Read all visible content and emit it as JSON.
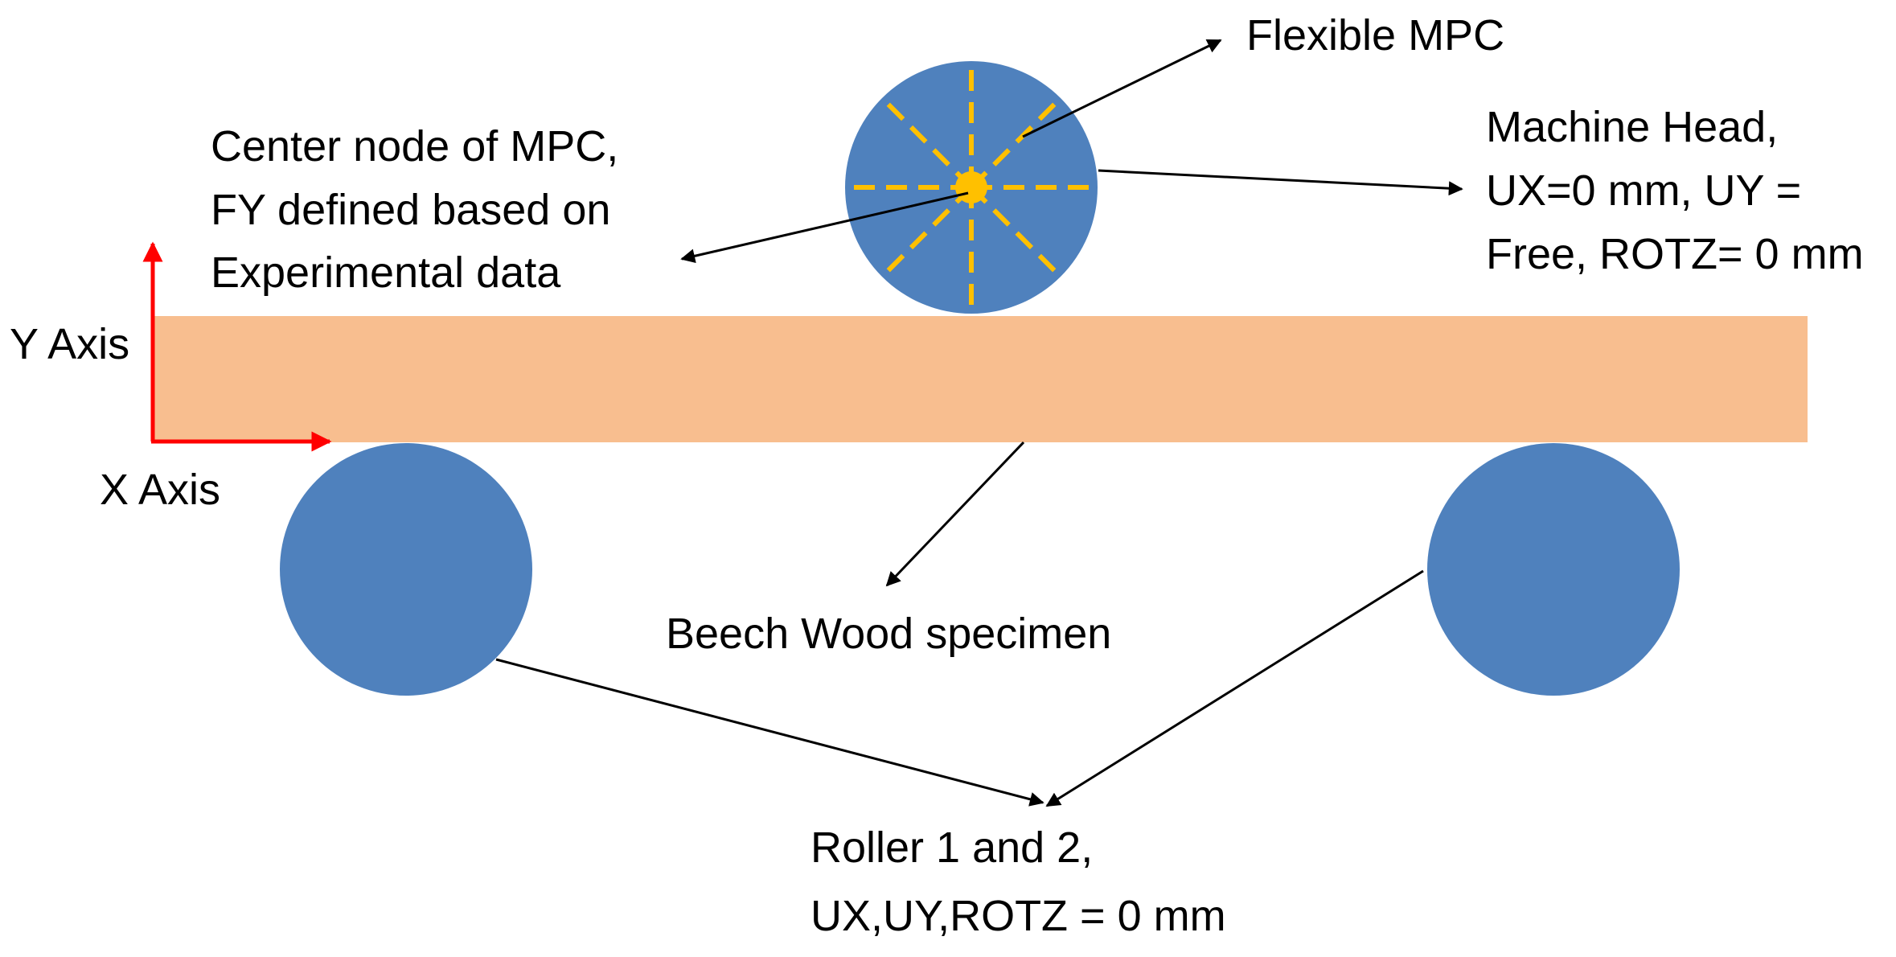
{
  "labels": {
    "flexible_mpc": "Flexible MPC",
    "center_node": [
      "Center node of MPC,",
      "FY defined based on",
      "Experimental data"
    ],
    "machine_head": [
      "Machine Head,",
      "UX=0 mm, UY =",
      "Free, ROTZ= 0 mm"
    ],
    "y_axis": "Y Axis",
    "x_axis": "X Axis",
    "specimen": "Beech Wood specimen",
    "rollers": [
      "Roller 1 and 2,",
      "UX,UY,ROTZ = 0 mm"
    ]
  },
  "colors": {
    "roller_fill": "#4f81bd",
    "specimen_fill": "#f8be8f",
    "mpc_spokes": "#ffc000",
    "axis_arrows": "#ff0000",
    "leader_lines": "#000000"
  }
}
